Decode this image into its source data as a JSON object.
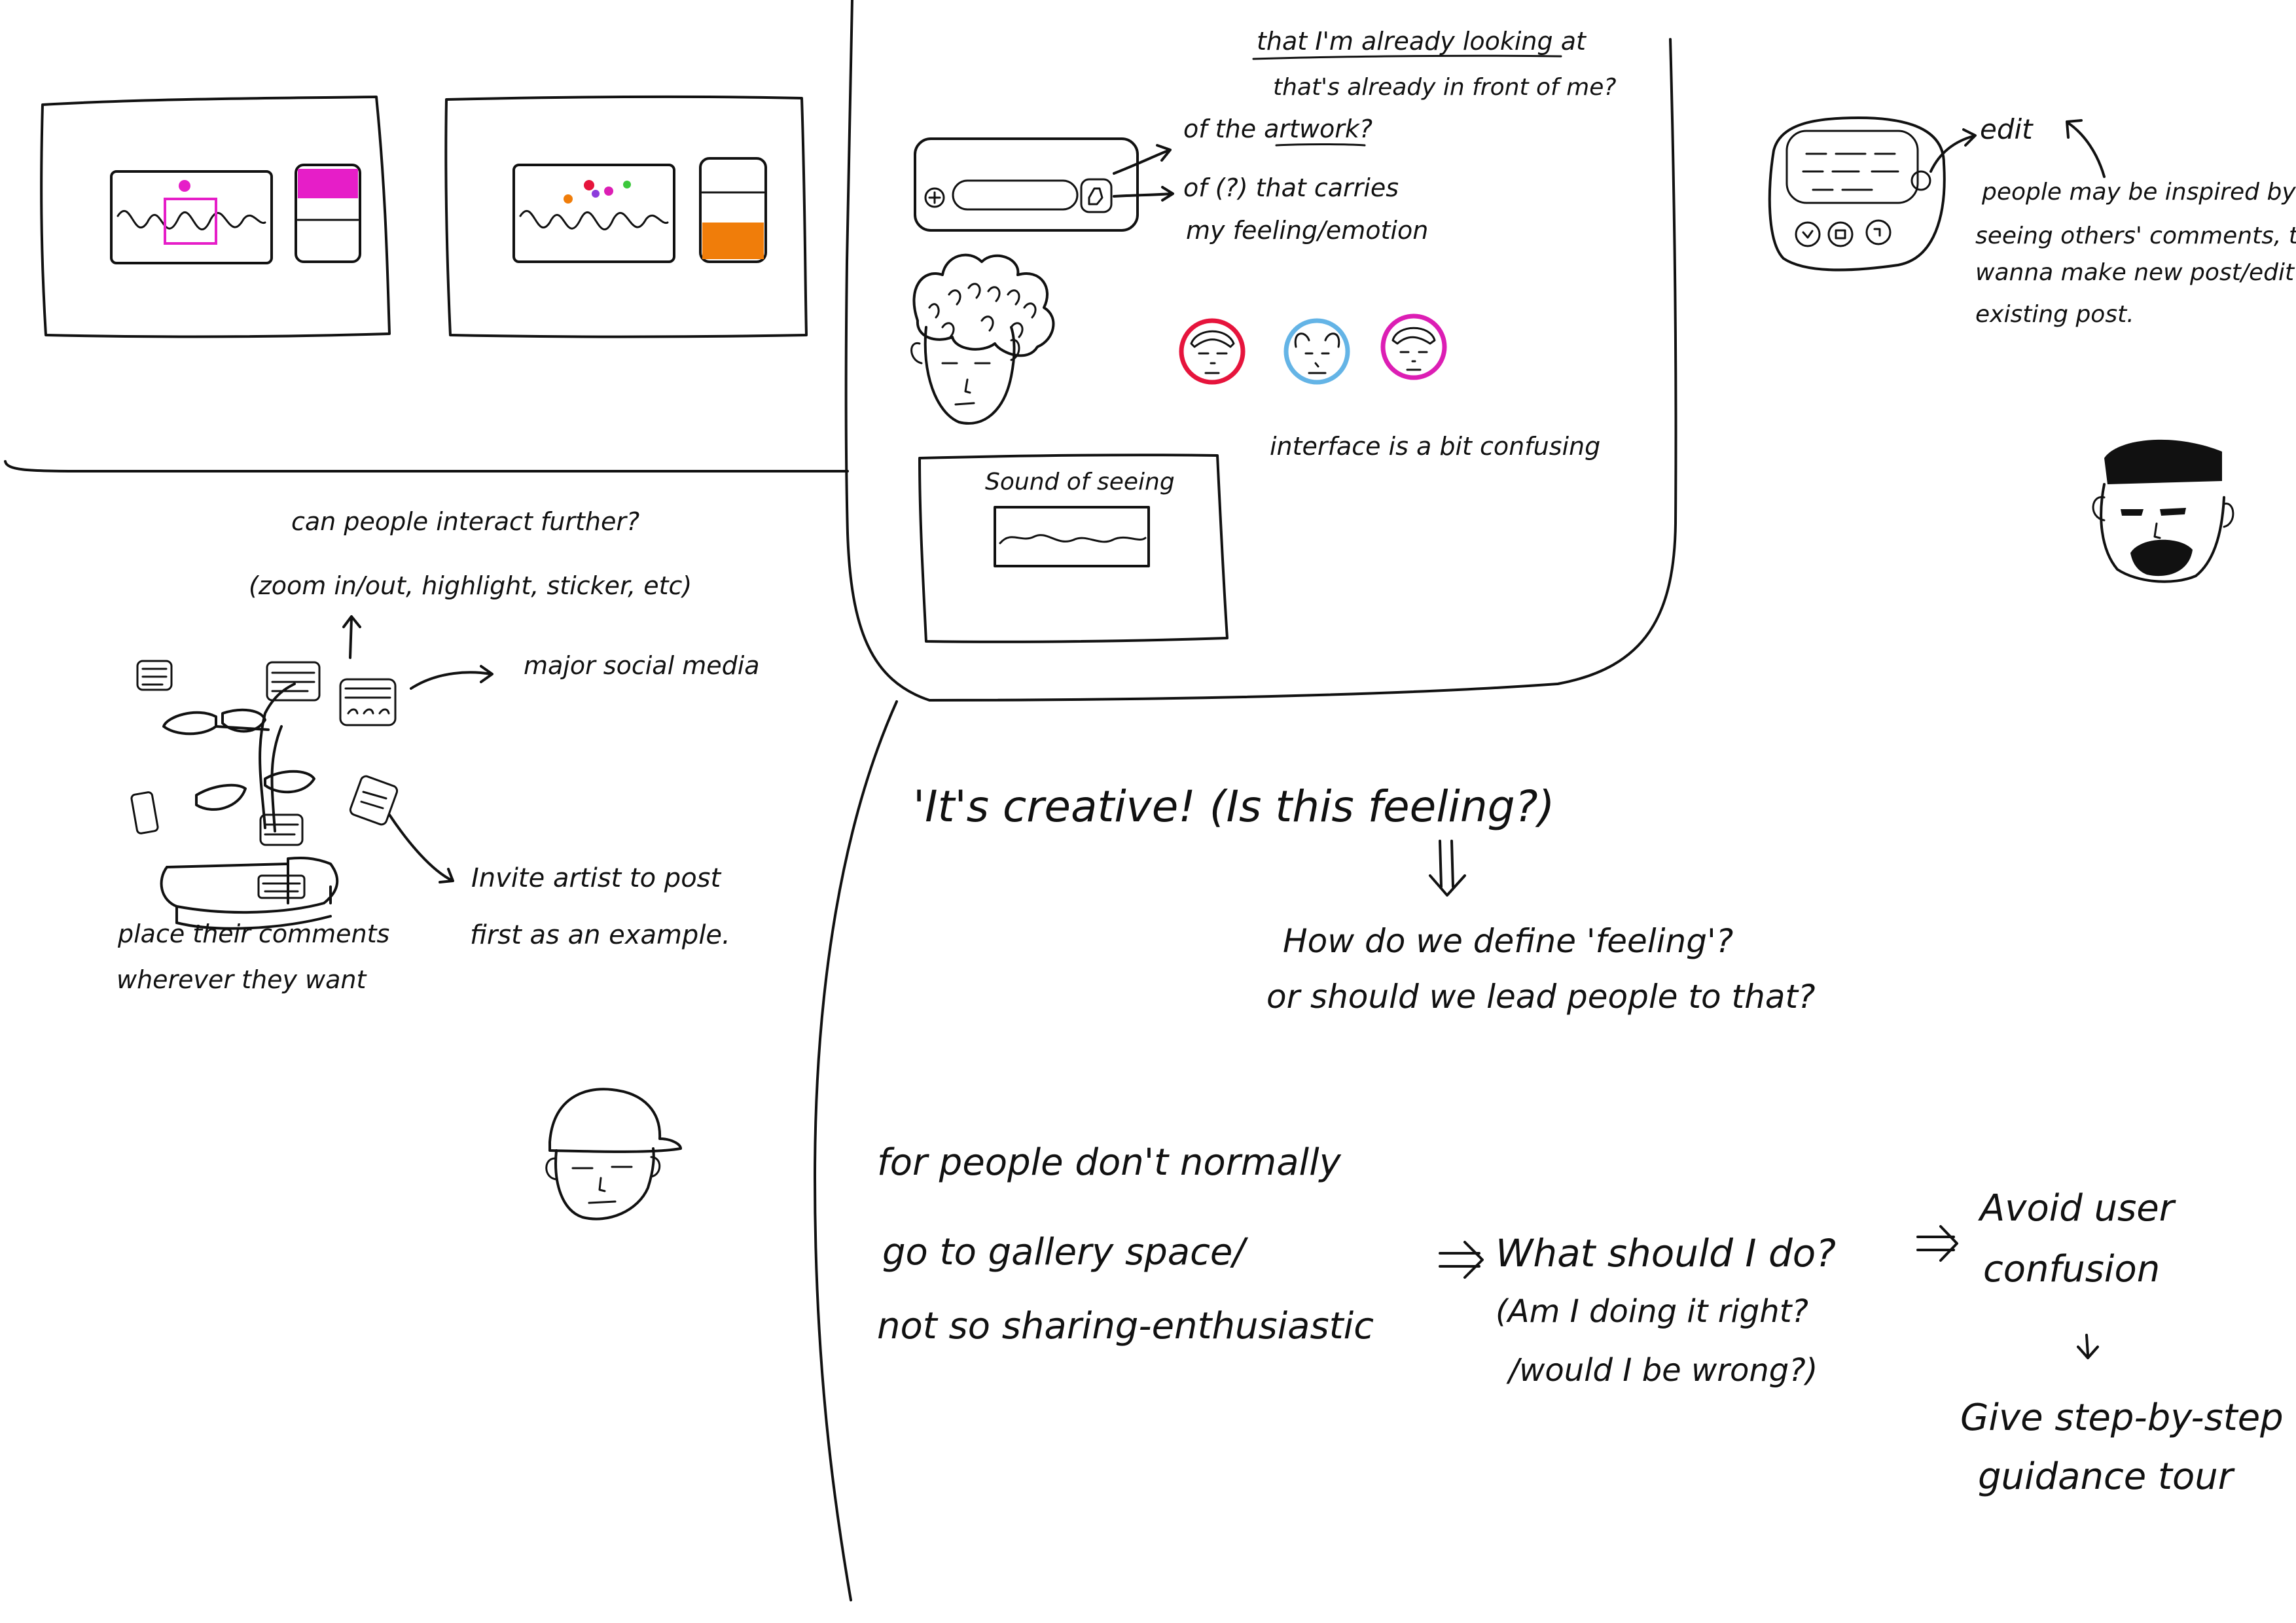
{
  "notes": {
    "artwork_question": {
      "line1": "that I'm already looking at",
      "line2": "that's already in front of me?",
      "line3": "of the artwork?",
      "line4": "of (?) that carries",
      "line5": "my feeling/emotion"
    },
    "interface_confusing": "interface is a bit confusing",
    "sound_of_seeing": "Sound of seeing",
    "edit_label": "edit",
    "edit_note": {
      "line1": "people may be inspired by",
      "line2": "seeing others' comments, they",
      "line3": "wanna make new post/edit",
      "line4": "existing post."
    },
    "interact_further": {
      "line1": "can people interact further?",
      "line2": "(zoom in/out, highlight, sticker, etc)"
    },
    "major_social_media": "major social media",
    "place_comments": {
      "line1": "place their comments",
      "line2": "wherever they want"
    },
    "invite_artist": {
      "line1": "Invite artist to post",
      "line2": "first as an example."
    },
    "creative_quote": "'It's creative! (Is this feeling?)",
    "define_feeling": {
      "line1": "How do we define 'feeling'?",
      "line2": "or should we lead people to that?"
    },
    "for_people": {
      "line1": "for people don't normally",
      "line2": "go to gallery space/",
      "line3": "not so sharing-enthusiastic"
    },
    "what_should": {
      "line1": "What should I do?",
      "line2": "(Am I doing it right?",
      "line3": "/would I be wrong?)"
    },
    "avoid": {
      "line1": "Avoid user",
      "line2": "confusion"
    },
    "give_guidance": {
      "line1": "Give step-by-step",
      "line2": "guidance tour"
    }
  },
  "colors": {
    "ink": "#111111",
    "magenta": "#e61ec8",
    "orange": "#f07d0a",
    "red_ring": "#e6143c",
    "blue_ring": "#64b4e6",
    "pink_ring": "#dc1eb4"
  }
}
